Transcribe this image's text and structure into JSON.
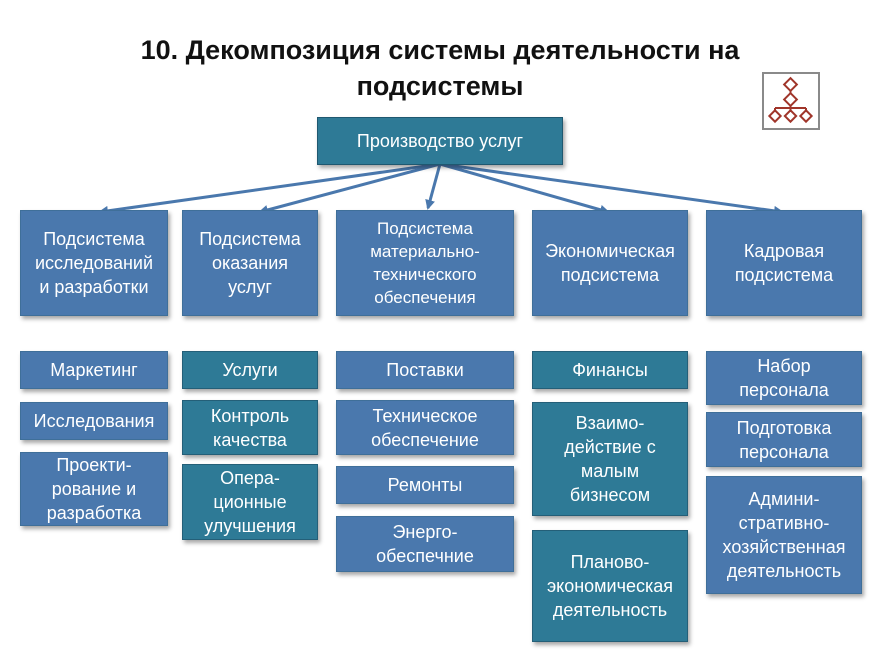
{
  "title": {
    "line1": "10. Декомпозиция системы деятельности на",
    "line2": "подсистемы"
  },
  "root": {
    "label": "Производство услуг"
  },
  "subsystems": [
    {
      "label": "Подсистема\nисследований\nи разработки"
    },
    {
      "label": "Подсистема\nоказания\nуслуг"
    },
    {
      "label": "Подсистема\nматериально-\nтехнического\nобеспечения"
    },
    {
      "label": "Экономическая\nподсистема"
    },
    {
      "label": "Кадровая\nподсистема"
    }
  ],
  "columns": [
    {
      "items": [
        "Маркетинг",
        "Исследования",
        "Проекти-\nрование и\nразработка"
      ]
    },
    {
      "items": [
        "Услуги",
        "Контроль\nкачества",
        "Опера-\nционные\nулучшения"
      ]
    },
    {
      "items": [
        "Поставки",
        "Техническое\nобеспечение",
        "Ремонты",
        "Энерго-\nобеспечние"
      ]
    },
    {
      "items": [
        "Финансы",
        "Взаимо-\nдействие с\nмалым\nбизнесом",
        "Планово-\nэкономическая\nдеятельность"
      ]
    },
    {
      "items": [
        "Набор\nперсонала",
        "Подготовка\nперсонала",
        "Админи-\nстративно-\nхозяйственная\nдеятельность"
      ]
    }
  ],
  "colors": {
    "root": "#2e7a96",
    "subsystem": "#4a78ad",
    "arrow": "#4a78ad",
    "logo": "#a0352a"
  },
  "logo_icon": "hierarchy-logo-icon"
}
